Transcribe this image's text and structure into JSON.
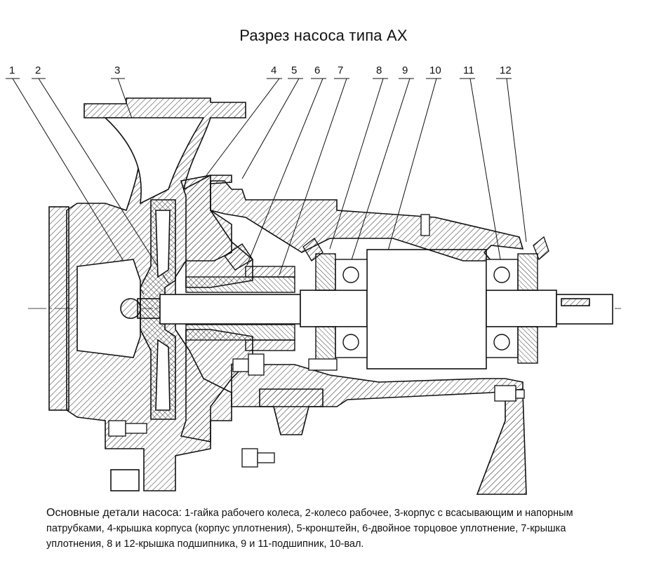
{
  "title": "Разрез насоса типа АХ",
  "callouts": [
    "1",
    "2",
    "3",
    "4",
    "5",
    "6",
    "7",
    "8",
    "9",
    "10",
    "11",
    "12"
  ],
  "caption": {
    "heading": "Основные детали насоса:",
    "text": " 1-гайка рабочего колеса, 2-колесо рабочее, 3-корпус с всасывающим и напорным патрубками, 4-крышка корпуса (корпус уплотнения), 5-кронштейн, 6-двойное торцовое уплотнение, 7-крышка уплотнения, 8 и 12-крышка подшипника, 9 и 11-подшипник, 10-вал."
  }
}
